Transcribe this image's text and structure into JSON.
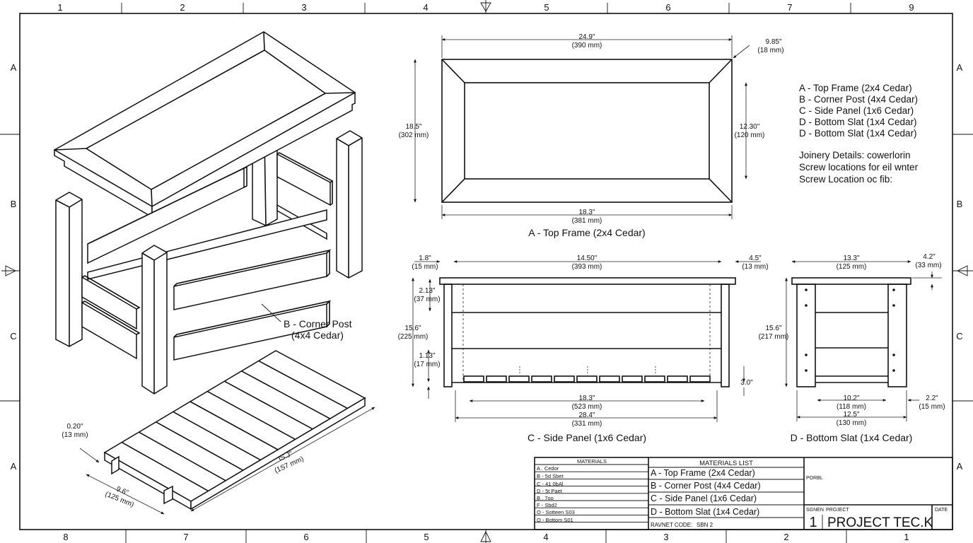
{
  "zones": {
    "top": [
      "1",
      "2",
      "3",
      "4",
      "5",
      "6",
      "7",
      "9"
    ],
    "bottom": [
      "8",
      "7",
      "6",
      "5",
      "4",
      "3",
      "2",
      "1"
    ],
    "left": [
      "A",
      "B",
      "C",
      "A"
    ],
    "right": [
      "A",
      "B",
      "C",
      "A"
    ]
  },
  "iso": {
    "corner_post_label": "B - Corner Post",
    "corner_post_sub": "(4x4 Cedar)",
    "slat_dims": [
      {
        "in": "0.20\"",
        "mm": "(13 mm)"
      },
      {
        "in": "9.6\"",
        "mm": "(125 mm)"
      },
      {
        "in": "IS.J\"",
        "mm": "(1S7 mm)"
      }
    ]
  },
  "top_frame": {
    "caption": "A - Top Frame (2x4 Cedar)",
    "dims": [
      {
        "in": "24.9\"",
        "mm": "(390 mm)"
      },
      {
        "in": "9.85\"",
        "mm": "(18 mm)"
      },
      {
        "in": "18.5\"",
        "mm": "(302 mm)"
      },
      {
        "in": "12.30\"",
        "mm": "(120 mm)"
      },
      {
        "in": "18.3\"",
        "mm": "(381 mm)"
      }
    ]
  },
  "side_panel": {
    "caption": "C - Side Panel (1x6 Cedar)",
    "dims": [
      {
        "in": "1.8\"",
        "mm": "(15 mm)"
      },
      {
        "in": "14.50\"",
        "mm": "(393 mm)"
      },
      {
        "in": "4.5\"",
        "mm": "(13 mm)"
      },
      {
        "in": "2.13\"",
        "mm": "(37 mm)"
      },
      {
        "in": "15.6\"",
        "mm": "(225 mm)"
      },
      {
        "in": "1.13\"",
        "mm": "(17 mm)"
      },
      {
        "in": "3.0\"",
        "mm": ""
      },
      {
        "in": "18.3\"",
        "mm": "(523 mm)"
      },
      {
        "in": "28.4\"",
        "mm": "(331 mm)"
      }
    ]
  },
  "bottom_slat": {
    "caption": "D - Bottom Slat (1x4 Cedar)",
    "dims": [
      {
        "in": "13.3\"",
        "mm": "(125 mm)"
      },
      {
        "in": "4.2\"",
        "mm": "(33 mm)"
      },
      {
        "in": "15.6\"",
        "mm": "(217 mm)"
      },
      {
        "in": "10.2\"",
        "mm": "(118 mm)"
      },
      {
        "in": "12.5\"",
        "mm": "(130 mm)"
      },
      {
        "in": "2.2\"",
        "mm": "(15 mm)"
      }
    ]
  },
  "legend": {
    "items": [
      "A - Top Frame (2x4 Cedar)",
      "B - Corner Post (4x4 Cedar)",
      "C - Side Panel (1x6 Cedar)",
      "D - Bottom Slat (1x4 Cedar)",
      "D - Bottom Slat (1x4 Cedar)"
    ],
    "notes": [
      "Joinery Details: cowerlorin",
      "Screw locations for eil wnter",
      "Screw Location oc fib:"
    ]
  },
  "title_block": {
    "materials_small_header": "MATERIALS",
    "materials_small": [
      "A . Cedor",
      "B - 5d Sbet",
      "C - 41 0bAl",
      "D - 5t Paet",
      "B . 7oo",
      "F - Sbd2",
      "O - Sotteen S03",
      "O - Bottom S01"
    ],
    "materials_header": "MATERIALS LIST",
    "materials": [
      "A - Top Frame (2x4 Cedar)",
      "B - Corner Post (4x4 Cedar)",
      "C - Side Panel (1x6 Cedar)",
      "D - Bottom Slat (1x4 Cedar)"
    ],
    "part_code_label": "RAVNET CODE:",
    "part_code_value": "SBN 2",
    "panel_label": "PORBL",
    "sheet_label": "SGNEN",
    "project_label": "PROJECT",
    "date_label": "DATE",
    "sheet_number": "1",
    "project_name": "PROJECT TEC.K"
  }
}
